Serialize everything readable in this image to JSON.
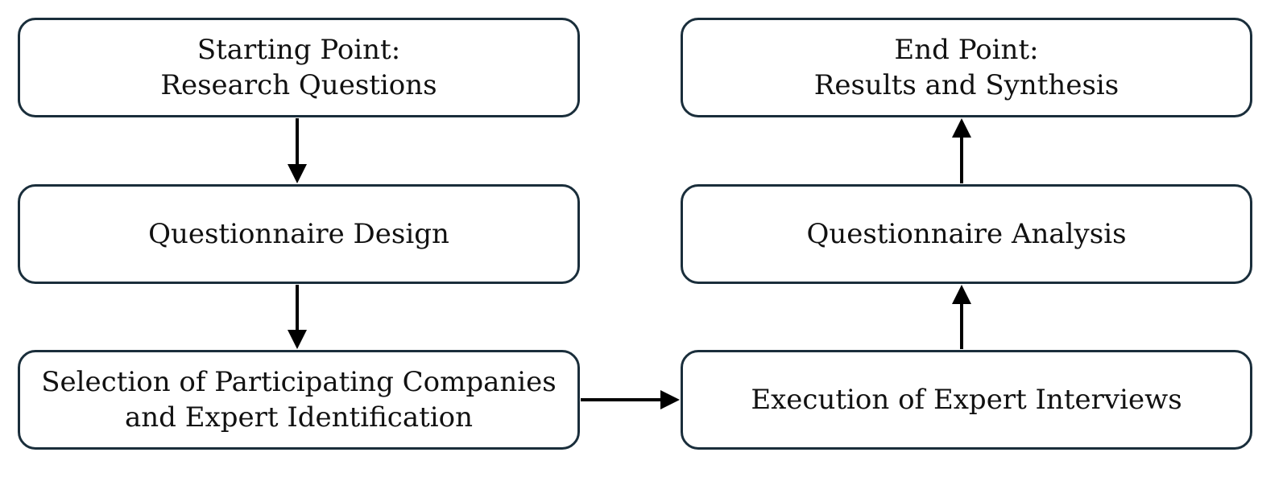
{
  "nodes": {
    "start": {
      "lines": [
        "Starting Point:",
        "Research Questions"
      ]
    },
    "design": {
      "lines": [
        "Questionnaire Design"
      ]
    },
    "select": {
      "lines": [
        "Selection of Participating Companies",
        "and Expert Identification"
      ]
    },
    "exec": {
      "lines": [
        "Execution of Expert Interviews"
      ]
    },
    "analysis": {
      "lines": [
        "Questionnaire Analysis"
      ]
    },
    "end": {
      "lines": [
        "End Point:",
        "Results and Synthesis"
      ]
    }
  },
  "colors": {
    "border": "#1a2e3b",
    "arrow": "#000000",
    "text": "#111111"
  }
}
